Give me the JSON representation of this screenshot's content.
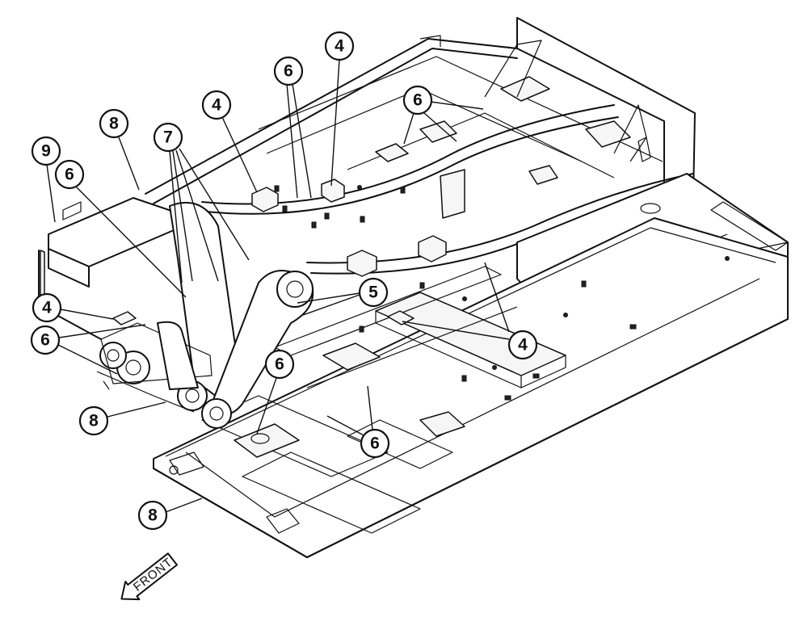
{
  "callouts": [
    {
      "id": "c1",
      "label": "4"
    },
    {
      "id": "c2",
      "label": "6"
    },
    {
      "id": "c3",
      "label": "6"
    },
    {
      "id": "c4",
      "label": "4"
    },
    {
      "id": "c5",
      "label": "8"
    },
    {
      "id": "c6",
      "label": "7"
    },
    {
      "id": "c7",
      "label": "9"
    },
    {
      "id": "c8",
      "label": "6"
    },
    {
      "id": "c9",
      "label": "5"
    },
    {
      "id": "c10",
      "label": "4"
    },
    {
      "id": "c11",
      "label": "4"
    },
    {
      "id": "c12",
      "label": "6"
    },
    {
      "id": "c13",
      "label": "6"
    },
    {
      "id": "c14",
      "label": "8"
    },
    {
      "id": "c15",
      "label": "6"
    },
    {
      "id": "c16",
      "label": "8"
    }
  ],
  "front_arrow": {
    "label": "FRONT"
  }
}
